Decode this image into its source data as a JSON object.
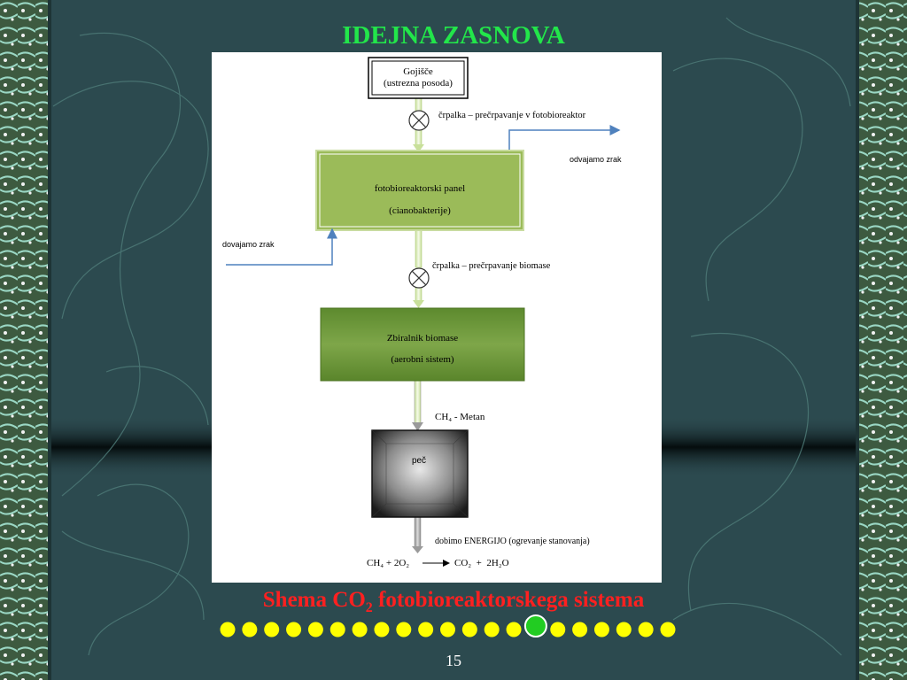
{
  "slide": {
    "title": "IDEJNA ZASNOVA",
    "caption_prefix": "Shema CO",
    "caption_sub": "2",
    "caption_suffix": " fotobioreaktorskega sistema",
    "page_number": "15",
    "progress": {
      "total_dots": 21,
      "current_index": 14
    }
  },
  "diagram": {
    "source_box": {
      "line1": "Gojišče",
      "line2": "(ustrezna posoda)"
    },
    "pump1_label": "črpalka – prečrpavanje v fotobioreaktor",
    "air_out_label": "odvajamo zrak",
    "panel_box": {
      "line1": "fotobioreaktorski panel",
      "line2": "(cianobakterije)"
    },
    "air_in_label": "dovajamo zrak",
    "pump2_label": "črpalka – prečrpavanje biomase",
    "collector_box": {
      "line1": "Zbiralnik biomase",
      "line2": "(aerobni sistem)"
    },
    "methane_label": "CH₄ - Metan",
    "furnace_label": "peč",
    "energy_label": "dobimo ENERGIJO (ogrevanje stanovanja)",
    "equation_left": "CH₄ + 2O₂",
    "equation_right": "CO₂  +  2H₂O"
  },
  "colors": {
    "background": "#2c4a4f",
    "title": "#22e64a",
    "caption": "#ff2020",
    "dot": "#ffff00",
    "current_dot": "#22cc22",
    "panel_green": "#9bbb59",
    "collector_green": "#6f9a3a",
    "air_line": "#4f81bd"
  }
}
